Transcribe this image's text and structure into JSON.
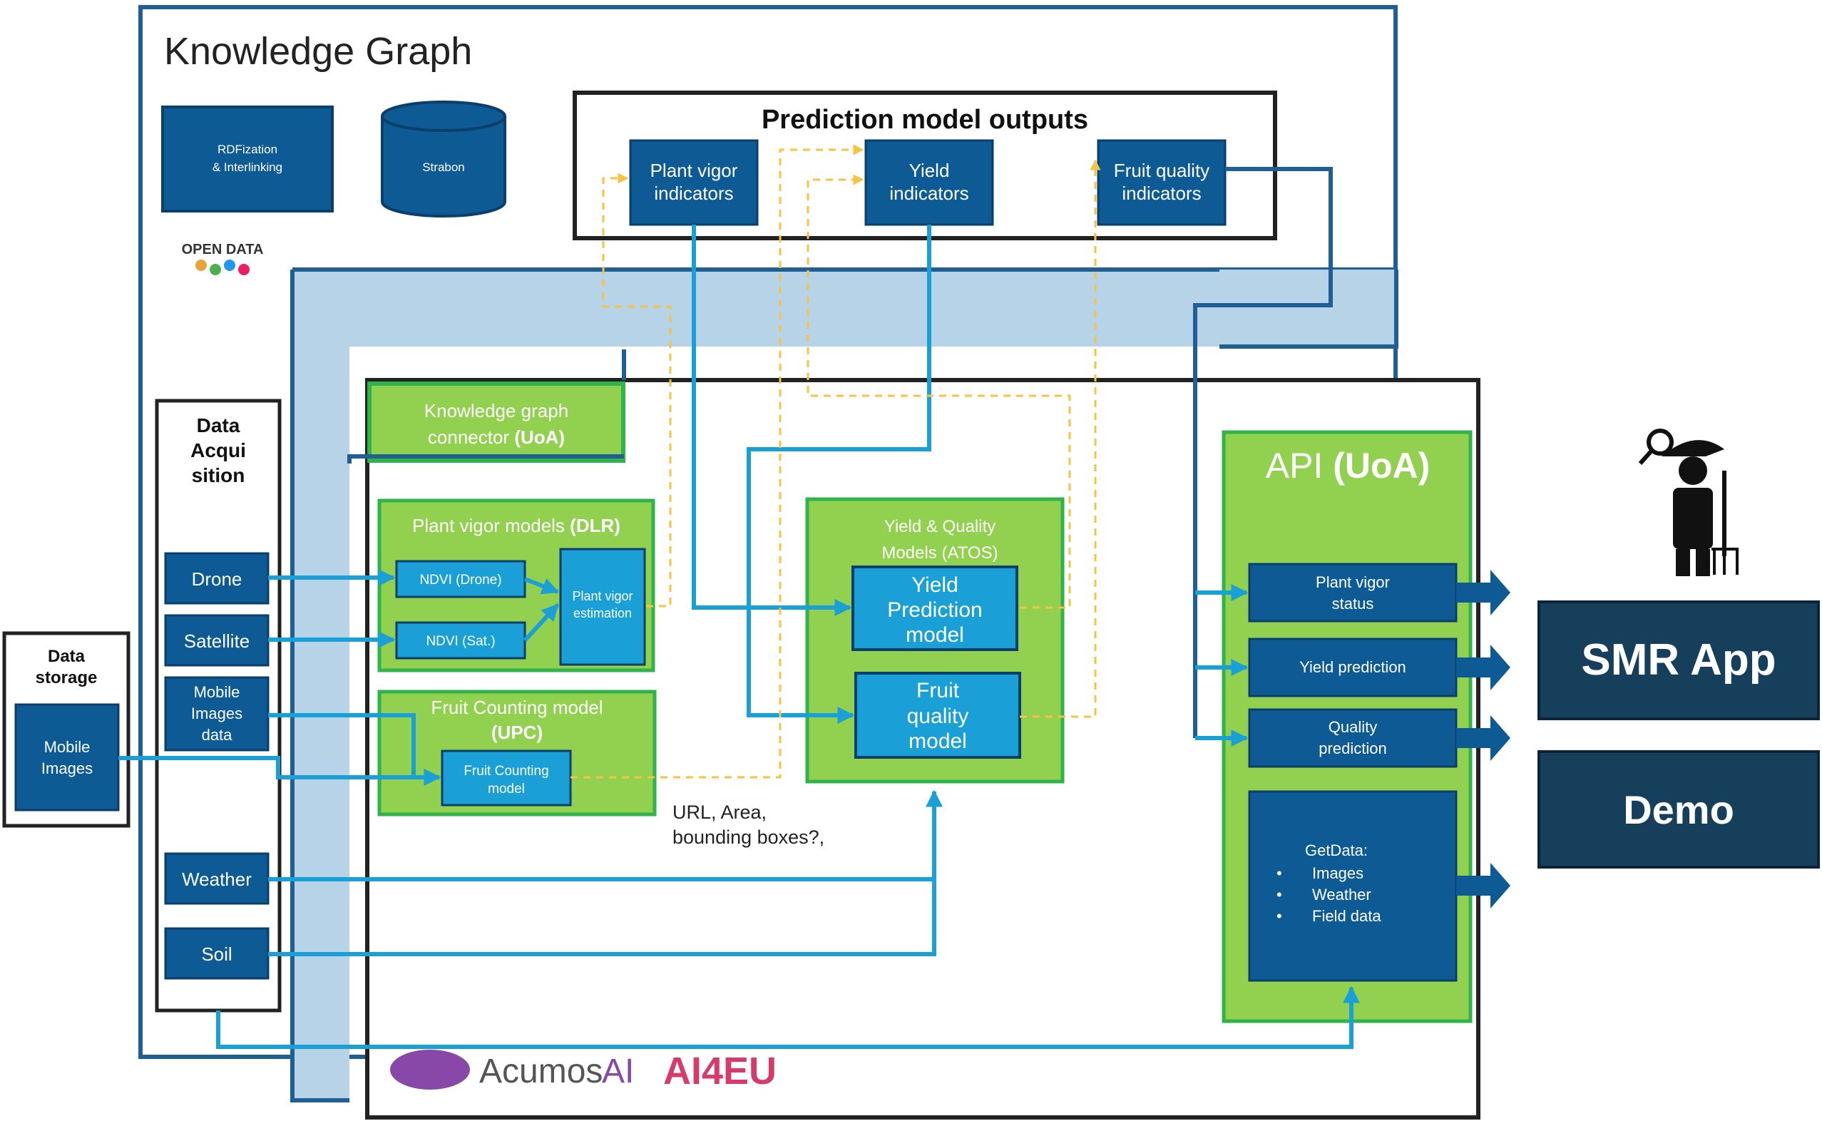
{
  "knowledge_graph": {
    "title": "Knowledge Graph",
    "rdf_box": [
      "RDFization",
      "& Interlinking"
    ],
    "storage_label": "Strabon",
    "opendata_logo": "OPEN DATA"
  },
  "prediction_outputs": {
    "title": "Prediction model outputs",
    "plant_vigor": [
      "Plant vigor",
      "indicators"
    ],
    "yield": [
      "Yield",
      "indicators"
    ],
    "fruit_quality": [
      "Fruit quality",
      "indicators"
    ]
  },
  "kg_connector": {
    "line1": "Knowledge graph",
    "line2": "connector",
    "org": "(UoA)"
  },
  "data_acquisition": {
    "title": [
      "Data",
      "Acqui",
      "sition"
    ],
    "drone": "Drone",
    "satellite": "Satellite",
    "mobile": [
      "Mobile",
      "Images",
      "data"
    ],
    "weather": "Weather",
    "soil": "Soil"
  },
  "data_storage": {
    "title": [
      "Data",
      "storage"
    ],
    "mobile_images": [
      "Mobile",
      "Images"
    ]
  },
  "plant_vigor_models": {
    "title": "Plant vigor models",
    "org": "(DLR)",
    "ndvi_drone": "NDVI (Drone)",
    "ndvi_sat": "NDVI (Sat.)",
    "estimation": [
      "Plant vigor",
      "estimation"
    ]
  },
  "fruit_counting_models": {
    "title": "Fruit Counting model",
    "org": "(UPC)",
    "model": [
      "Fruit Counting",
      "model"
    ]
  },
  "yield_quality_models": {
    "title": [
      "Yield & Quality",
      "Models (ATOS)"
    ],
    "yield_model": [
      "Yield",
      "Prediction",
      "model"
    ],
    "quality_model": [
      "Fruit",
      "quality",
      "model"
    ]
  },
  "url_note": [
    "URL, Area,",
    "bounding boxes?,"
  ],
  "api": {
    "title": "API",
    "org": "(UoA)",
    "plant_vigor": [
      "Plant vigor",
      "status"
    ],
    "yield": "Yield prediction",
    "quality": [
      "Quality",
      "prediction"
    ],
    "getdata_title": "GetData:",
    "getdata_items": [
      "Images",
      "Weather",
      "Field data"
    ]
  },
  "smr_app": "SMR App",
  "demo": "Demo",
  "logos": {
    "acumos_a": "Acumos",
    "acumos_b": "AI",
    "ai4eu": "AI4EU"
  },
  "colors": {
    "dark_blue": "#0d5a95",
    "mid_blue": "#1a9fd6",
    "light_blue": "#b6d3e7",
    "green": "#92d04f",
    "green_border": "#2fb34a",
    "dark_button": "#163f5c",
    "kg_border": "#1f5f96",
    "dashed_orange": "#f6c342",
    "ai4eu_a": "#d63c6b",
    "ai4eu_b": "#3355c9",
    "acumos_purple": "#8848a8"
  }
}
